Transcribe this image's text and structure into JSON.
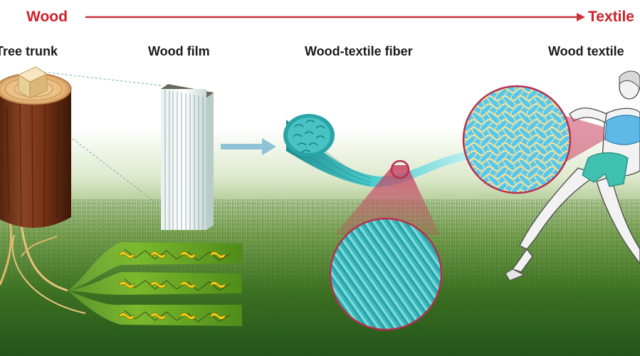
{
  "header": {
    "start_label": "Wood",
    "end_label": "Textile",
    "arrow_color": "#c8323a"
  },
  "stages": [
    {
      "id": "tree-trunk",
      "label": "Tree trunk"
    },
    {
      "id": "wood-film",
      "label": "Wood film"
    },
    {
      "id": "wood-textile-fiber",
      "label": "Wood-textile fiber"
    },
    {
      "id": "wood-textile",
      "label": "Wood textile"
    }
  ],
  "colors": {
    "accent_red": "#d11f2a",
    "fiber_teal": "#3fc4c7",
    "bark_brown": "#7a3a1c",
    "grass_green": "#3d7a1e",
    "yellow_binder": "#f2d21a",
    "sky_blue": "#5fb8e6"
  }
}
